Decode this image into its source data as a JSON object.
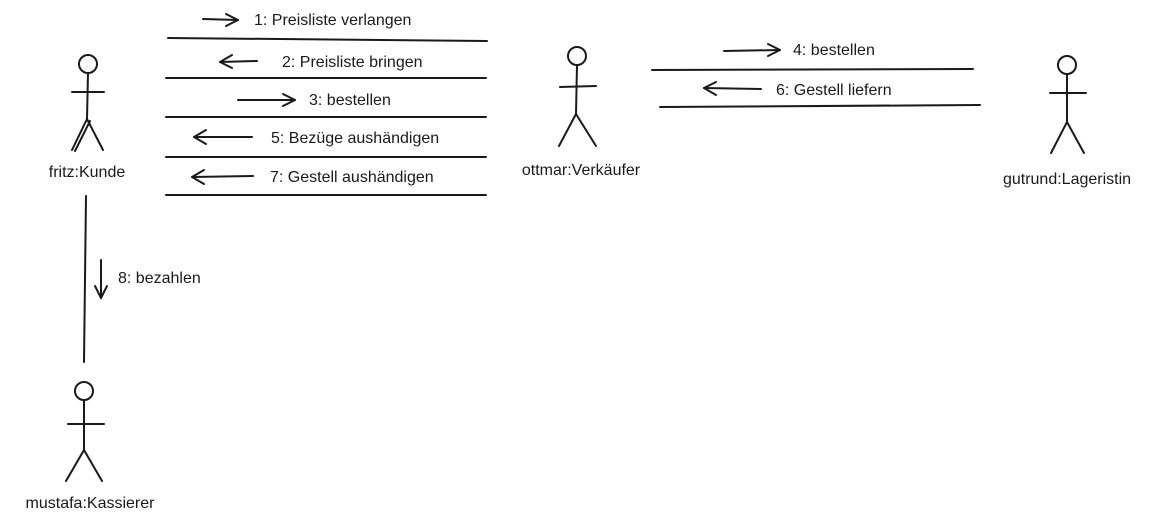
{
  "actors": {
    "fritz": "fritz:Kunde",
    "ottmar": "ottmar:Verkäufer",
    "gutrund": "gutrund:Lageristin",
    "mustafa": "mustafa:Kassierer"
  },
  "messages": {
    "m1": "1: Preisliste verlangen",
    "m2": "2: Preisliste bringen",
    "m3": "3: bestellen",
    "m4": "4: bestellen",
    "m5": "5: Bezüge aushändigen",
    "m6": "6: Gestell liefern",
    "m7": "7: Gestell aushändigen",
    "m8": "8: bezahlen"
  }
}
